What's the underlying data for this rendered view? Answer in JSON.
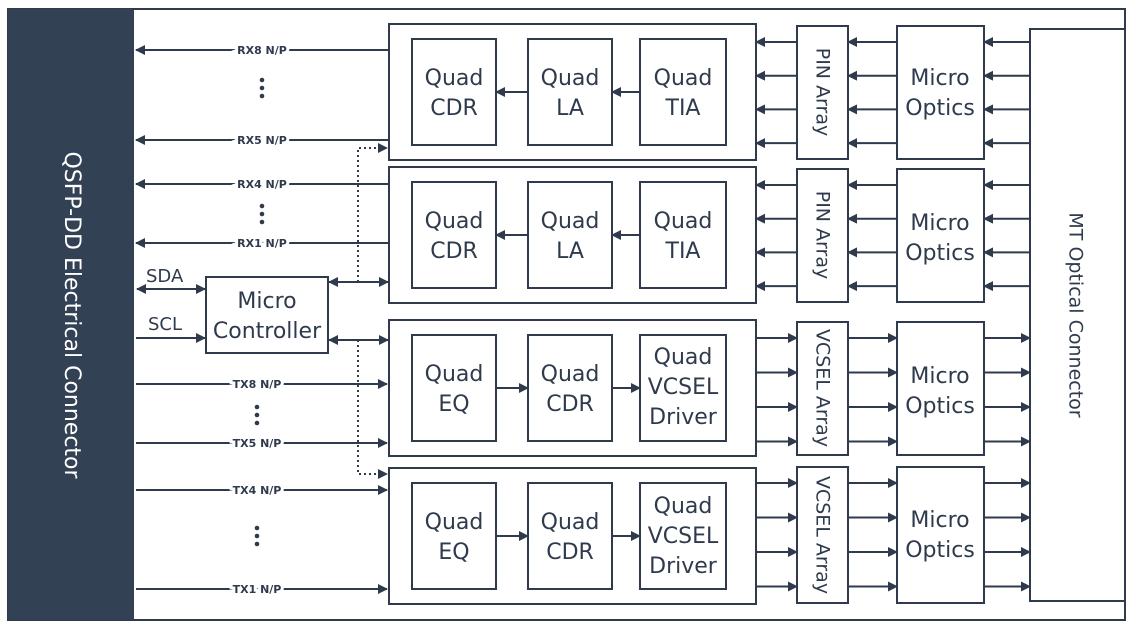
{
  "left_connector": {
    "label": "QSFP-DD Electrical Connector",
    "color": "#334155"
  },
  "right_connector": {
    "label": "MT Optical Connector"
  },
  "micro_controller": {
    "line1": "Micro",
    "line2": "Controller"
  },
  "bus": {
    "sda": "SDA",
    "scl": "SCL"
  },
  "signals": {
    "rx8": "RX8 N/P",
    "rx5": "RX5 N/P",
    "rx4": "RX4 N/P",
    "rx1": "RX1 N/P",
    "tx8": "TX8 N/P",
    "tx5": "TX5 N/P",
    "tx4": "TX4 N/P",
    "tx1": "TX1 N/P"
  },
  "rx_chain": {
    "cdr": [
      "Quad",
      "CDR"
    ],
    "la": [
      "Quad",
      "LA"
    ],
    "tia": [
      "Quad",
      "TIA"
    ],
    "pin": "PIN Array",
    "optics": [
      "Micro",
      "Optics"
    ]
  },
  "tx_chain": {
    "eq": [
      "Quad",
      "EQ"
    ],
    "cdr": [
      "Quad",
      "CDR"
    ],
    "driver": [
      "Quad",
      "VCSEL",
      "Driver"
    ],
    "vcsel": "VCSEL Array",
    "optics": [
      "Micro",
      "Optics"
    ]
  },
  "colors": {
    "stroke": "#2f3b4c",
    "background": "#ffffff",
    "connector_fill": "#334155"
  }
}
